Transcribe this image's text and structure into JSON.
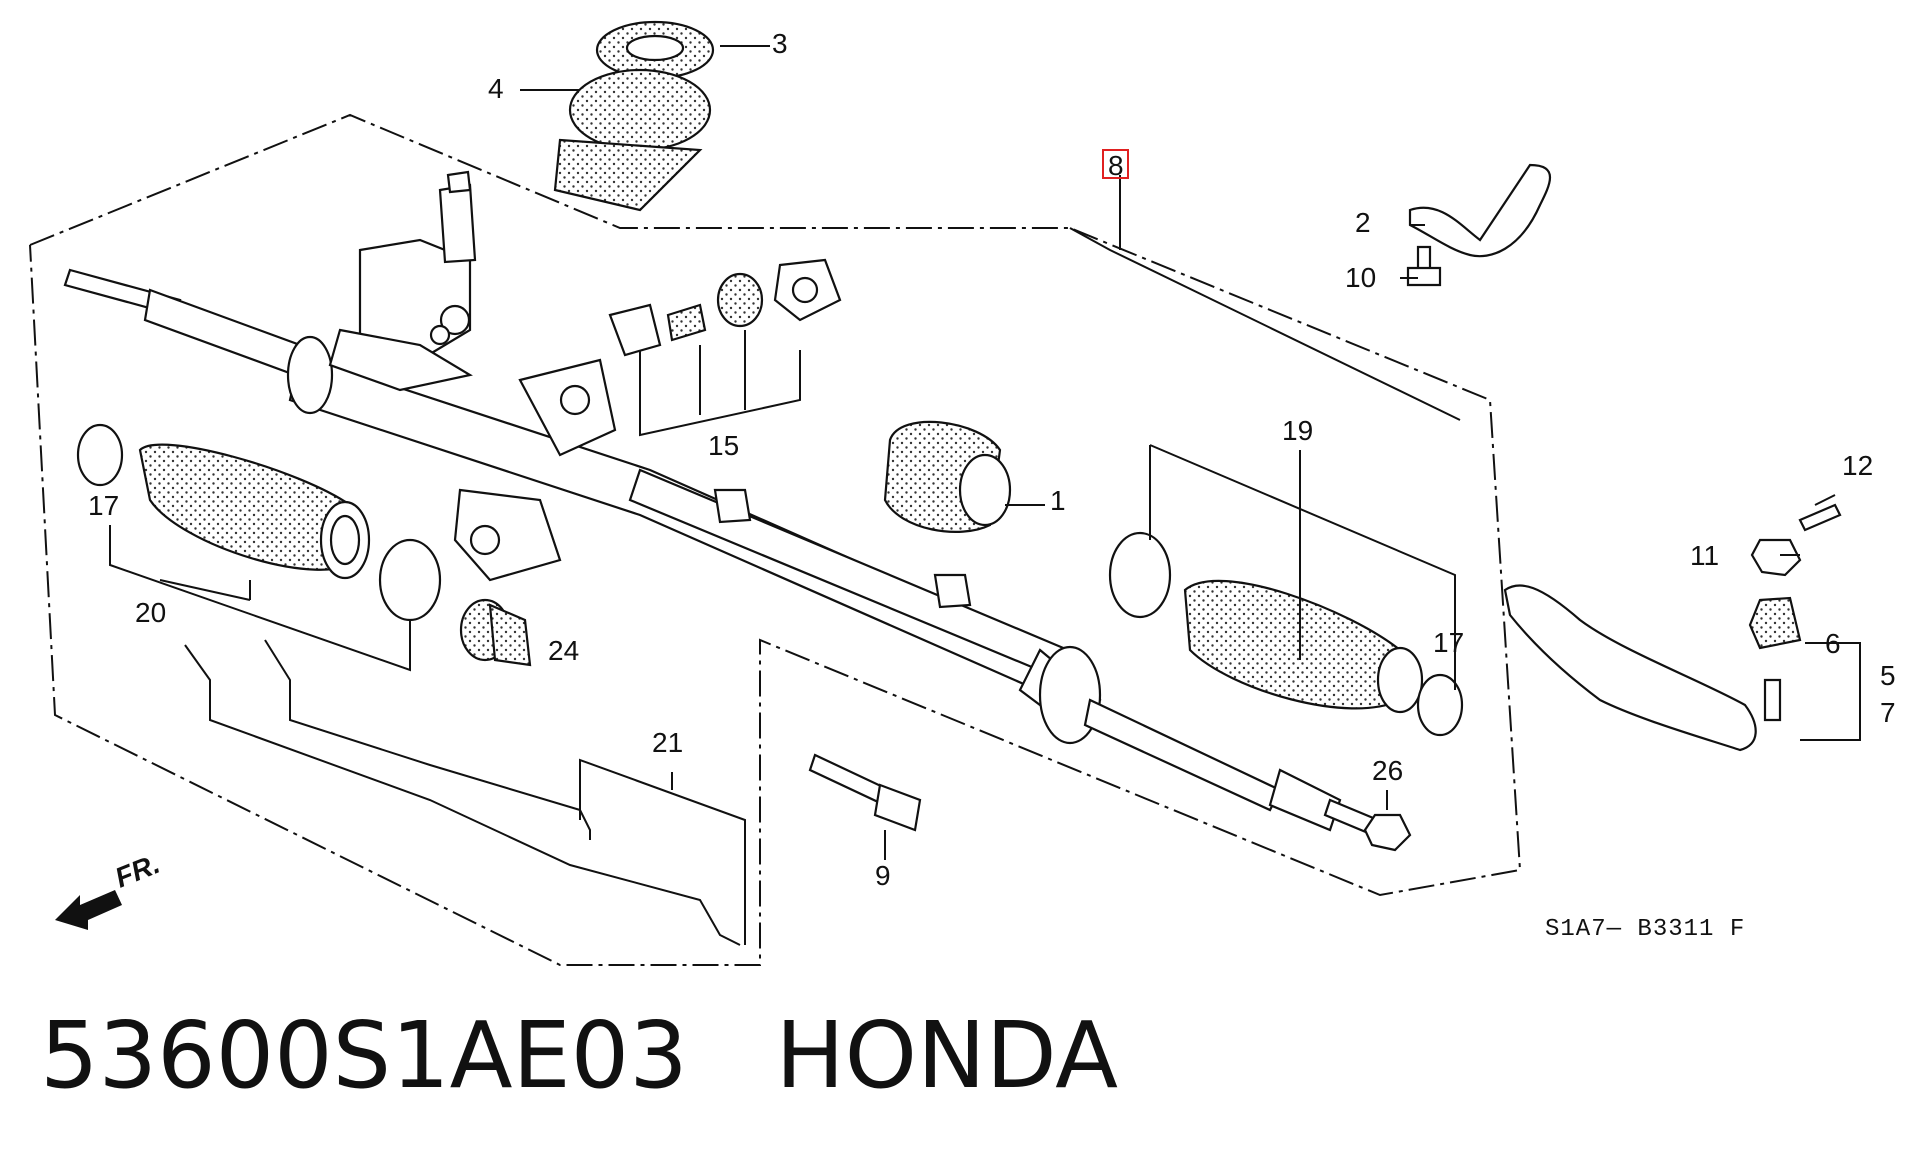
{
  "callouts": {
    "p1": "1",
    "p2": "2",
    "p3": "3",
    "p4": "4",
    "p5": "5",
    "p6": "6",
    "p7": "7",
    "p8": "8",
    "p9": "9",
    "p10": "10",
    "p11": "11",
    "p12": "12",
    "p15": "15",
    "p17a": "17",
    "p17b": "17",
    "p19": "19",
    "p20": "20",
    "p21": "21",
    "p24": "24",
    "p26": "26"
  },
  "direction_label": "FR.",
  "diagram_code": "S1A7— B3311  F",
  "caption": "53600S1AE03   HONDA",
  "highlight_color": "#e02020",
  "line_color": "#111111"
}
